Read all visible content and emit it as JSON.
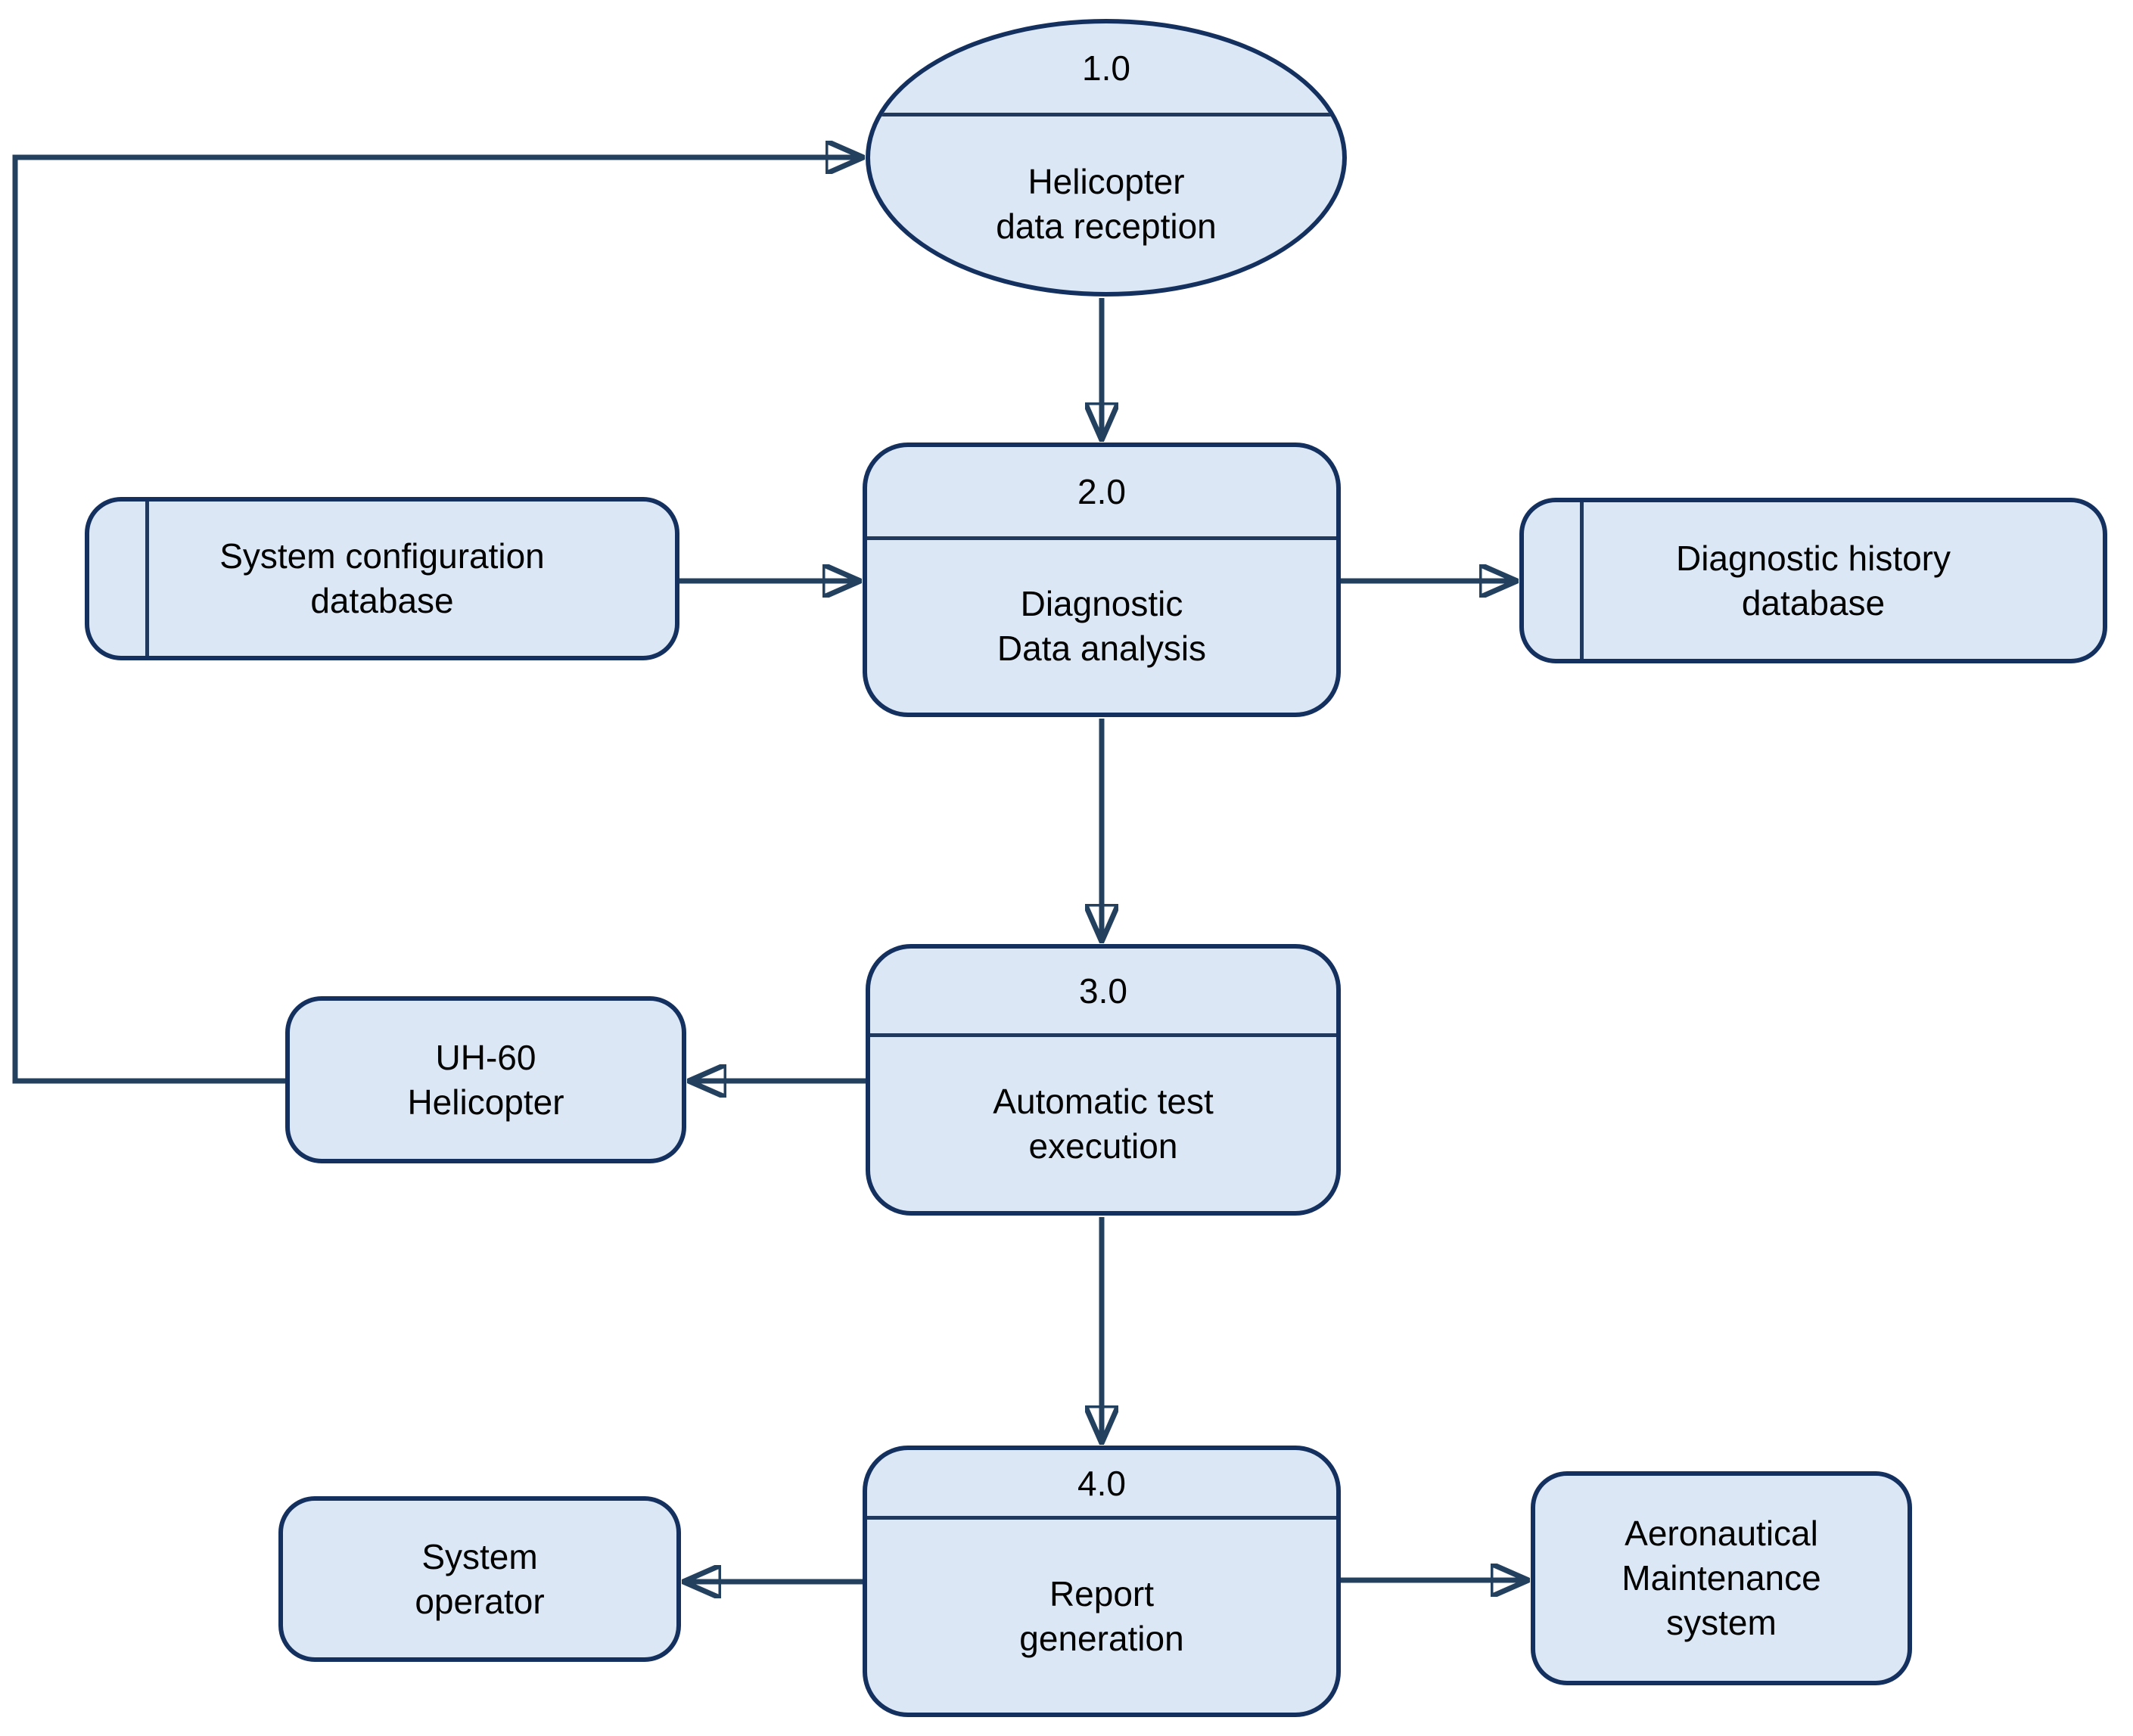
{
  "diagram": {
    "type": "data-flow-diagram",
    "colors": {
      "node_fill": "#dbe7f5",
      "node_border": "#14305e",
      "divider_line": "#20395c",
      "connector": "#24405f",
      "text": "#000000",
      "background": "#ffffff"
    },
    "processes": [
      {
        "id": "1.0",
        "label": "Helicopter\ndata reception",
        "shape": "ellipse"
      },
      {
        "id": "2.0",
        "label": "Diagnostic\nData analysis",
        "shape": "rounded-rectangle"
      },
      {
        "id": "3.0",
        "label": "Automatic test\nexecution",
        "shape": "rounded-rectangle"
      },
      {
        "id": "4.0",
        "label": "Report\ngeneration",
        "shape": "rounded-rectangle"
      }
    ],
    "data_stores": [
      {
        "label": "System configuration\ndatabase"
      },
      {
        "label": "Diagnostic history\ndatabase"
      }
    ],
    "external_entities": [
      {
        "label": "UH-60\nHelicopter"
      },
      {
        "label": "System\noperator"
      },
      {
        "label": "Aeronautical\nMaintenance\nsystem"
      }
    ],
    "flows": [
      {
        "from": "UH-60 Helicopter",
        "to": "1.0 Helicopter data reception"
      },
      {
        "from": "1.0 Helicopter data reception",
        "to": "2.0 Diagnostic Data analysis"
      },
      {
        "from": "System configuration database",
        "to": "2.0 Diagnostic Data analysis"
      },
      {
        "from": "2.0 Diagnostic Data analysis",
        "to": "Diagnostic history database"
      },
      {
        "from": "2.0 Diagnostic Data analysis",
        "to": "3.0 Automatic test execution"
      },
      {
        "from": "3.0 Automatic test execution",
        "to": "UH-60 Helicopter"
      },
      {
        "from": "3.0 Automatic test execution",
        "to": "4.0 Report generation"
      },
      {
        "from": "4.0 Report generation",
        "to": "System operator"
      },
      {
        "from": "4.0 Report generation",
        "to": "Aeronautical Maintenance system"
      }
    ]
  }
}
